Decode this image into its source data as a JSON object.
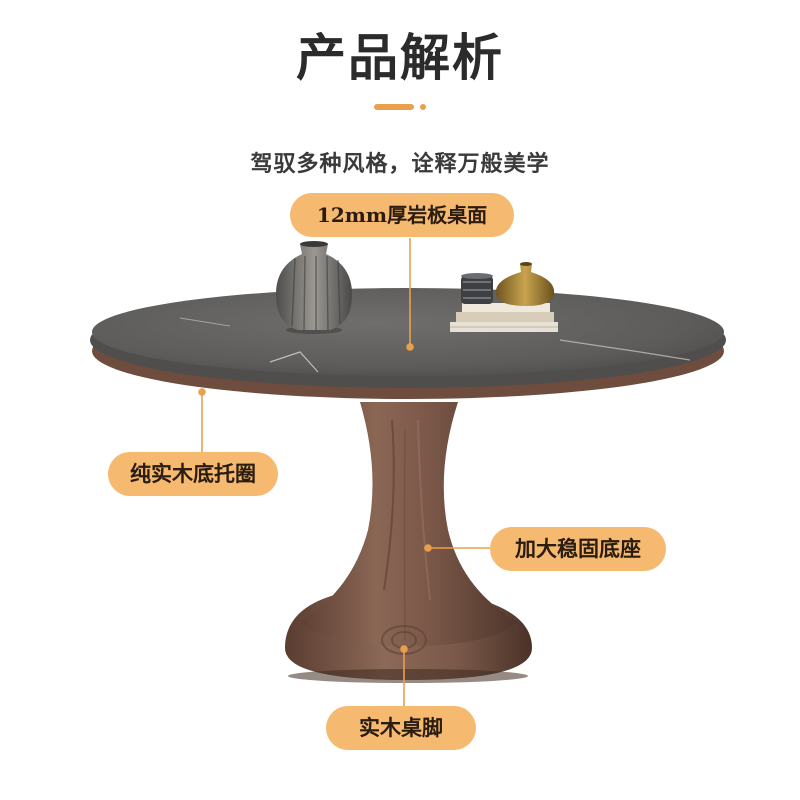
{
  "header": {
    "title": "产品解析",
    "subtitle": "驾驭多种风格，诠释万般美学"
  },
  "callouts": {
    "tabletop": "12mm厚岩板桌面",
    "ring": "纯实木底托圈",
    "base": "加大稳固底座",
    "leg": "实木桌脚"
  },
  "colors": {
    "accent": "#f6b970",
    "accent_line": "#e9a04c",
    "slate": "#5d5c5a",
    "walnut": "#7b5a4a",
    "title_text": "#2b2b2b"
  }
}
